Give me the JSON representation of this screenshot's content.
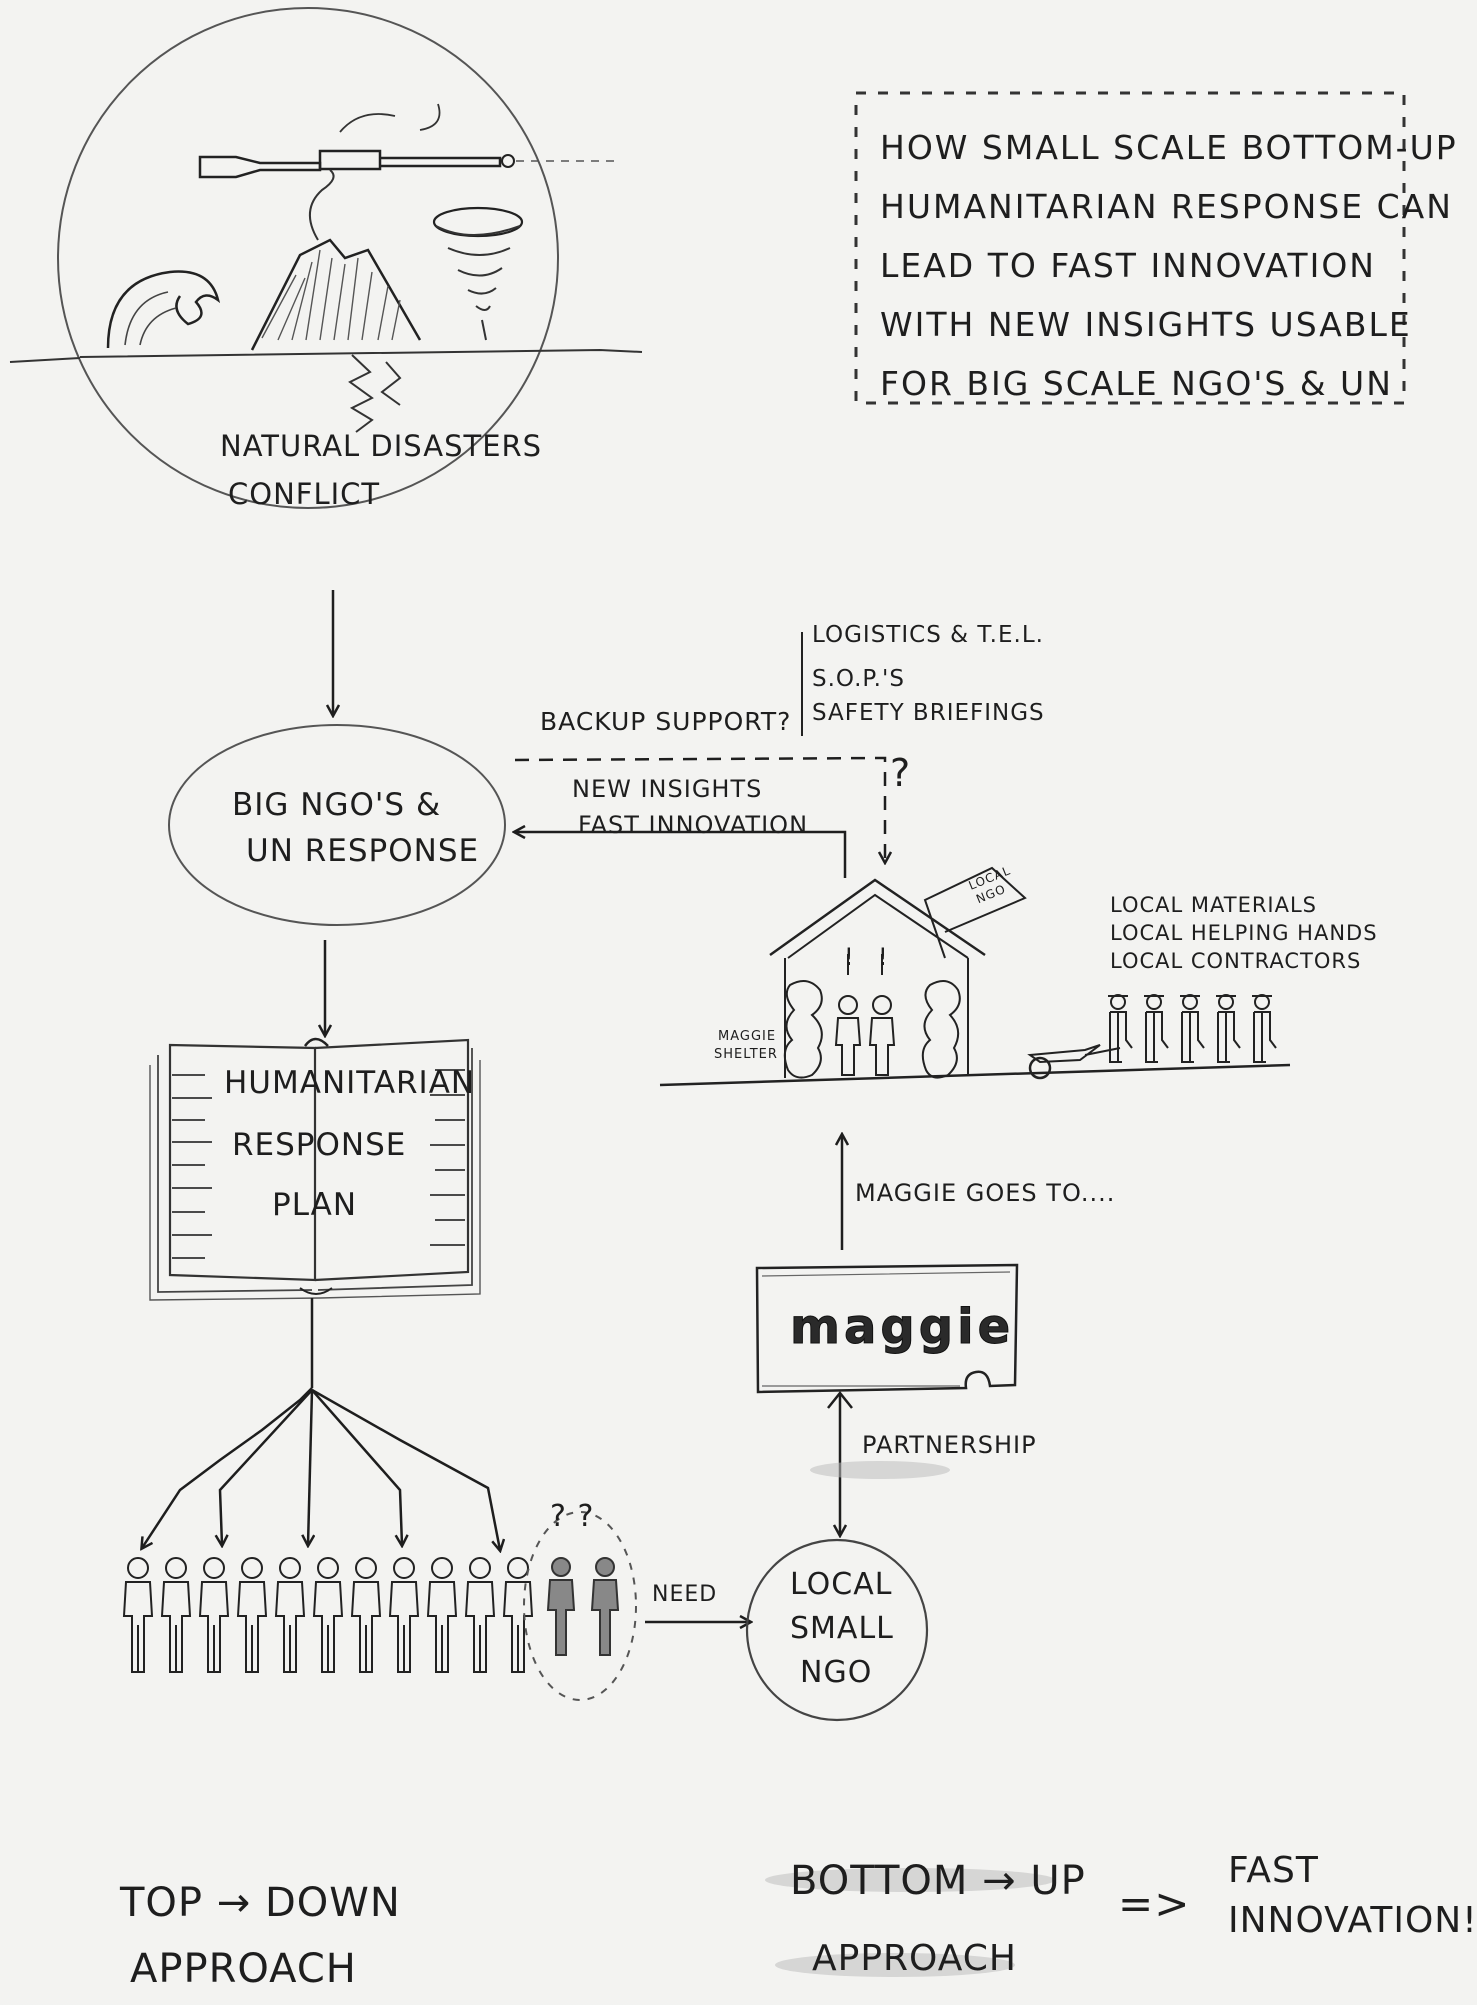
{
  "question_box": {
    "lines": [
      "How small scale bottom-up",
      "Humanitarian response can",
      "lead to fast innovation",
      "with new insights usable",
      "for big scale NGO's & UN"
    ]
  },
  "disaster_circle": {
    "line1": "Natural disasters",
    "line2": "conflict"
  },
  "big_ngo": {
    "line1": "Big NGO's &",
    "line2": "UN Response"
  },
  "plan_book": {
    "line1": "Humanitarian",
    "line2": "Response",
    "line3": "plan"
  },
  "backup": {
    "label": "Backup support?",
    "items": [
      "Logistics & T.E.L.",
      "S.O.P.'s",
      "Safety briefings"
    ],
    "question_mark": "?"
  },
  "insights_arrow": {
    "line1": "New insights",
    "line2": "Fast innovation"
  },
  "shelter": {
    "flag_line1": "Local",
    "flag_line2": "NGO",
    "label_line1": "Maggie",
    "label_line2": "shelter",
    "exclaim": "!",
    "resources": [
      "Local materials",
      "Local helping hands",
      "Local contractors"
    ]
  },
  "maggie_goes": "Maggie goes to....",
  "maggie_logo": "maggie",
  "partnership": "Partnership",
  "people": {
    "question_marks": "? ?",
    "need_label": "Need"
  },
  "local_ngo": {
    "line1": "Local",
    "line2": "small",
    "line3": "NGO"
  },
  "footer": {
    "top_down_line1": "Top → Down",
    "top_down_line2": "Approach",
    "bottom_up_line1": "Bottom → Up",
    "bottom_up_line2": "Approach",
    "arrow": "=>",
    "result_line1": "Fast",
    "result_line2": "innovation!"
  },
  "colors": {
    "ink": "#1e1e1e",
    "paper": "#f3f3f1",
    "shade": "#9a9a9a"
  }
}
